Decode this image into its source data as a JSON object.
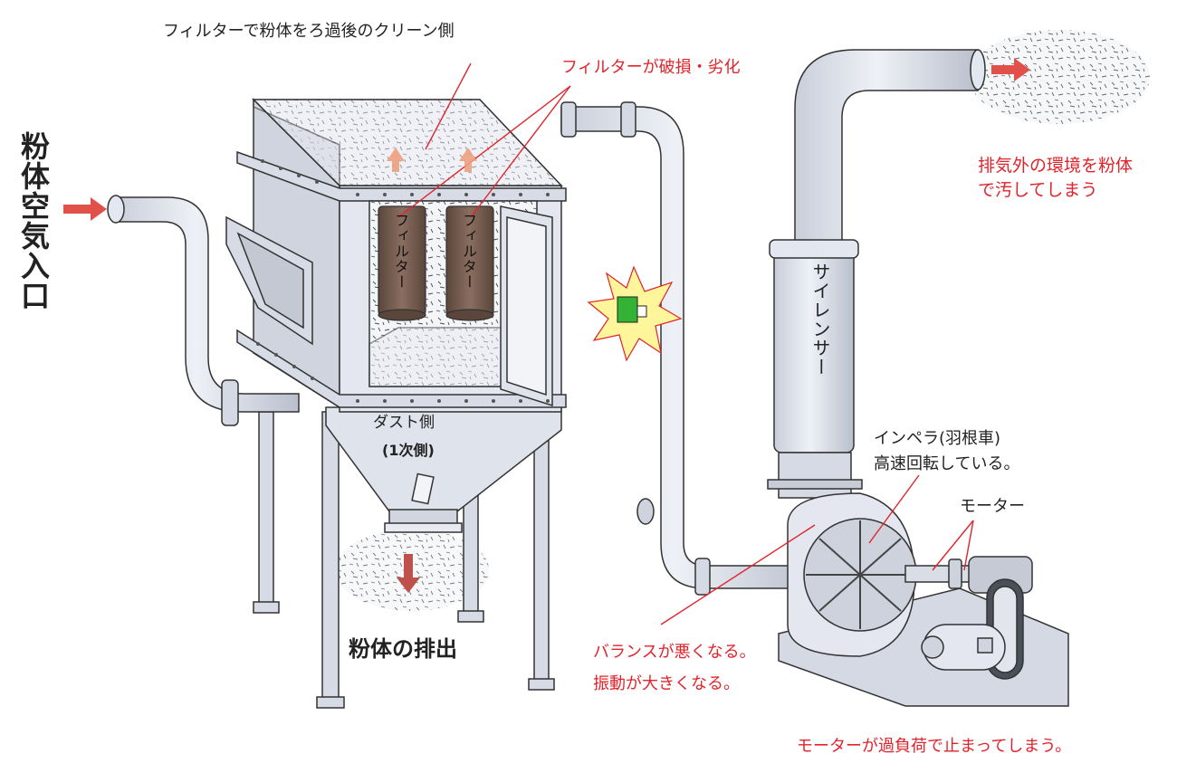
{
  "labels": {
    "clean_side": "フィルターで粉体をろ過後のクリーン側",
    "filter_damage": "フィルターが破損・劣化",
    "inlet": "粉体空気入口",
    "filter_1": "フィルター",
    "filter_2": "フィルター",
    "dust_side": "ダスト側",
    "primary_side": "(1次側)",
    "powder_discharge": "粉体の排出",
    "silencer": "サイレンサー",
    "exhaust_warning_1": "排気外の環境を粉体",
    "exhaust_warning_2": "で汚してしまう",
    "impeller_1": "インペラ(羽根車)",
    "impeller_2": "高速回転している。",
    "motor": "モーター",
    "balance_bad": "バランスが悪くなる。",
    "vibration_big": "振動が大きくなる。",
    "motor_overload": "モーターが過負荷で止まってしまう。"
  },
  "colors": {
    "warning_red": "#e0242b",
    "arrow_red": "#e2504a",
    "machine_fill": "#dfe3ec",
    "machine_stroke": "#333333",
    "filter_brown": "#6e5548",
    "burst_yellow": "#fff59a",
    "indicator_green": "#33b233"
  },
  "icons": {
    "inlet_arrow": "right-arrow-icon",
    "exhaust_arrow": "right-arrow-icon",
    "discharge_arrow": "down-arrow-icon",
    "clean_flow_arrows": "up-arrow-icon",
    "damage_burst": "burst-icon"
  }
}
